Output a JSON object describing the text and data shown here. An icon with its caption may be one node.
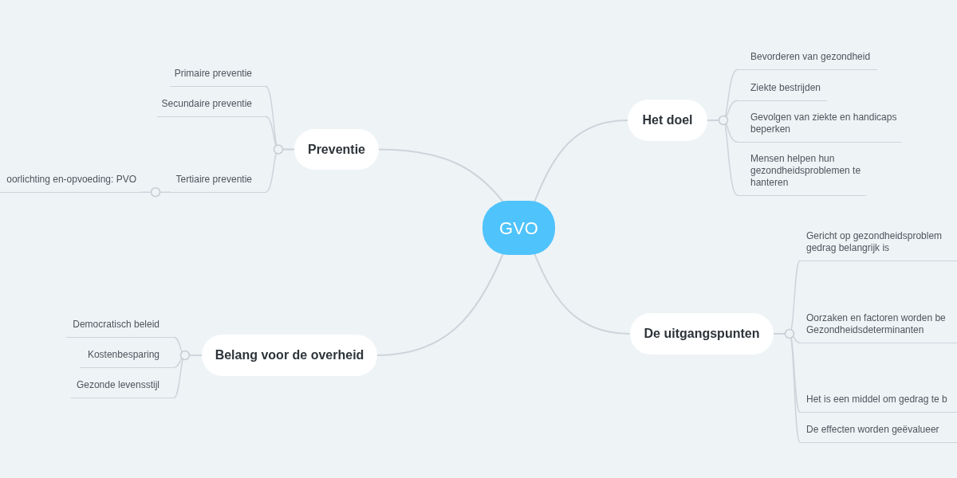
{
  "diagram": {
    "nodes": [
      {
        "text": [
          "GVO"
        ]
      },
      {
        "text": [
          "Preventie"
        ]
      },
      {
        "text": [
          "Primaire preventie"
        ]
      },
      {
        "text": [
          "Secundaire preventie"
        ]
      },
      {
        "text": [
          "Tertiaire preventie"
        ]
      },
      {
        "text": [
          "oorlichting en-opvoeding: PVO"
        ]
      },
      {
        "text": [
          "Het doel"
        ]
      },
      {
        "text": [
          "Bevorderen van gezondheid"
        ]
      },
      {
        "text": [
          "Ziekte bestrijden"
        ]
      },
      {
        "text": [
          "Gevolgen van ziekte en handicaps beperken"
        ]
      },
      {
        "text": [
          "Mensen helpen hun gezondheidsproblemen te hanteren"
        ]
      },
      {
        "text": [
          "De uitgangspunten"
        ]
      },
      {
        "text": [
          "Gericht op gezondheidsproblem gedrag belangrijk is"
        ]
      },
      {
        "text": [
          "Oorzaken en factoren worden be Gezondheidsdeterminanten"
        ]
      },
      {
        "text": [
          "Het is een middel om gedrag te b"
        ]
      },
      {
        "text": [
          "De effecten worden geëvalueer"
        ]
      },
      {
        "text": [
          "Belang voor de overheid"
        ]
      },
      {
        "text": [
          "Democratisch beleid"
        ]
      },
      {
        "text": [
          "Kostenbesparing"
        ]
      },
      {
        "text": [
          "Gezonde levensstijl"
        ]
      }
    ],
    "edges": [
      {
        "from": 0,
        "to": 1,
        "arrow": "none"
      },
      {
        "from": 1,
        "to": 2,
        "arrow": "none"
      },
      {
        "from": 1,
        "to": 3,
        "arrow": "none"
      },
      {
        "from": 1,
        "to": 4,
        "arrow": "none"
      },
      {
        "from": 4,
        "to": 5,
        "arrow": "none"
      },
      {
        "from": 0,
        "to": 6,
        "arrow": "none"
      },
      {
        "from": 6,
        "to": 7,
        "arrow": "none"
      },
      {
        "from": 6,
        "to": 8,
        "arrow": "none"
      },
      {
        "from": 6,
        "to": 9,
        "arrow": "none"
      },
      {
        "from": 6,
        "to": 10,
        "arrow": "none"
      },
      {
        "from": 0,
        "to": 11,
        "arrow": "none"
      },
      {
        "from": 11,
        "to": 12,
        "arrow": "none"
      },
      {
        "from": 11,
        "to": 13,
        "arrow": "none"
      },
      {
        "from": 11,
        "to": 14,
        "arrow": "none"
      },
      {
        "from": 11,
        "to": 15,
        "arrow": "none"
      },
      {
        "from": 0,
        "to": 16,
        "arrow": "none"
      },
      {
        "from": 16,
        "to": 17,
        "arrow": "none"
      },
      {
        "from": 16,
        "to": 18,
        "arrow": "none"
      },
      {
        "from": 16,
        "to": 19,
        "arrow": "none"
      }
    ]
  }
}
